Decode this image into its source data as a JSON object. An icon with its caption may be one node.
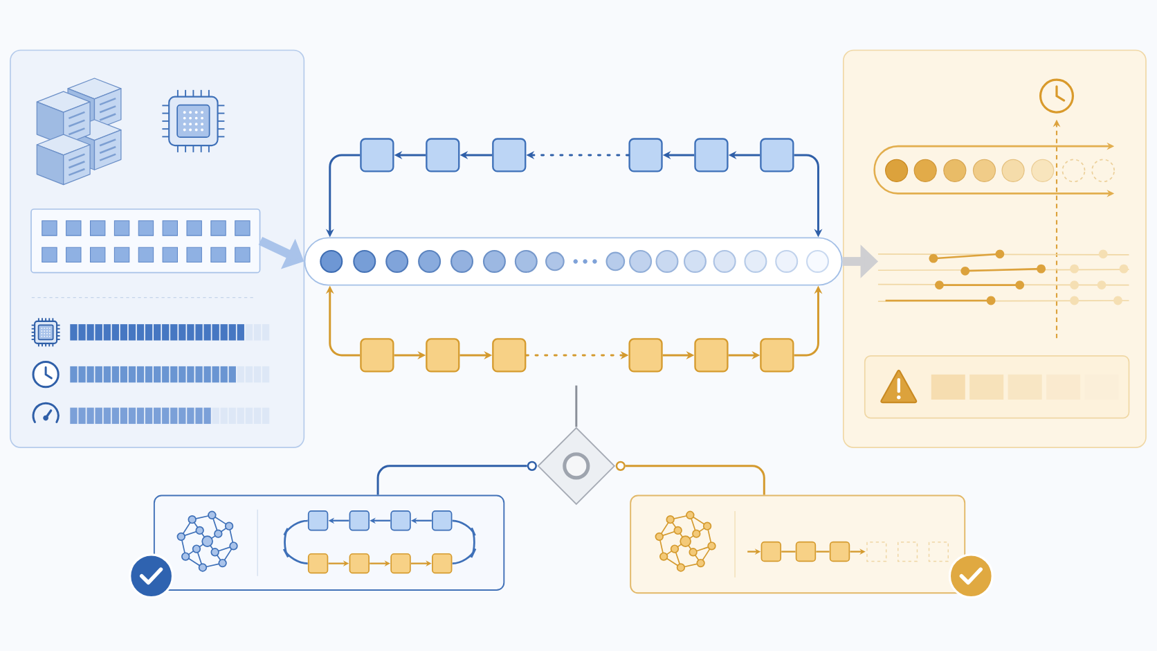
{
  "diagram": {
    "nodes": [
      {
        "text": [],
        "shape": "box"
      },
      {
        "text": [],
        "shape": "box",
        "in": 0
      },
      {
        "text": [],
        "shape": "box"
      },
      {
        "text": [],
        "shape": "box"
      },
      {
        "text": [],
        "shape": "box"
      },
      {
        "text": [],
        "shape": "box"
      },
      {
        "text": [],
        "shape": "box"
      },
      {
        "text": [],
        "shape": "box"
      },
      {
        "text": [],
        "shape": "box"
      },
      {
        "text": [],
        "shape": "box"
      },
      {
        "text": [],
        "shape": "box"
      },
      {
        "text": [],
        "shape": "box"
      },
      {
        "text": [],
        "shape": "box"
      },
      {
        "text": [],
        "shape": "box"
      },
      {
        "text": [],
        "shape": "box"
      },
      {
        "text": [],
        "shape": "box"
      },
      {
        "text": [],
        "shape": "diamond"
      },
      {
        "text": [],
        "shape": "box"
      },
      {
        "text": [],
        "shape": "box"
      },
      {
        "text": [],
        "shape": "circle"
      },
      {
        "text": [],
        "shape": "circle"
      }
    ],
    "edges": [
      {
        "from": 1,
        "to": 8,
        "arrow": "to",
        "style": "thick",
        "color": "#a9c3ea"
      },
      {
        "from": 3,
        "to": 2,
        "arrow": "to",
        "color": "#2f5fa8"
      },
      {
        "from": 4,
        "to": 3,
        "arrow": "to",
        "color": "#2f5fa8"
      },
      {
        "from": 5,
        "to": 4,
        "arrow": "to",
        "style": "dashed",
        "color": "#2f5fa8"
      },
      {
        "from": 6,
        "to": 5,
        "arrow": "to",
        "color": "#2f5fa8"
      },
      {
        "from": 7,
        "to": 6,
        "arrow": "to",
        "color": "#2f5fa8"
      },
      {
        "from": 2,
        "to": 8,
        "arrow": "to",
        "color": "#2f5fa8"
      },
      {
        "from": 7,
        "to": 8,
        "arrow": "to",
        "color": "#2f5fa8"
      },
      {
        "from": 9,
        "to": 10,
        "arrow": "to",
        "color": "#d49a2e"
      },
      {
        "from": 10,
        "to": 11,
        "arrow": "to",
        "color": "#d49a2e"
      },
      {
        "from": 11,
        "to": 12,
        "arrow": "to",
        "style": "dashed",
        "color": "#d49a2e"
      },
      {
        "from": 12,
        "to": 13,
        "arrow": "to",
        "color": "#d49a2e"
      },
      {
        "from": 13,
        "to": 14,
        "arrow": "to",
        "color": "#d49a2e"
      },
      {
        "from": 9,
        "to": 8,
        "arrow": "to",
        "color": "#d49a2e"
      },
      {
        "from": 14,
        "to": 8,
        "arrow": "to",
        "color": "#d49a2e"
      },
      {
        "from": 8,
        "to": 15,
        "arrow": "to",
        "style": "thick",
        "color": "#cfcfd2"
      },
      {
        "from": null,
        "to": 16,
        "arrow": "none",
        "color": "#8a8f99"
      },
      {
        "from": 19,
        "to": 17,
        "arrow": "none",
        "color": "#2f5fa8"
      },
      {
        "from": 20,
        "to": 18,
        "arrow": "none",
        "color": "#d49a2e"
      }
    ]
  }
}
